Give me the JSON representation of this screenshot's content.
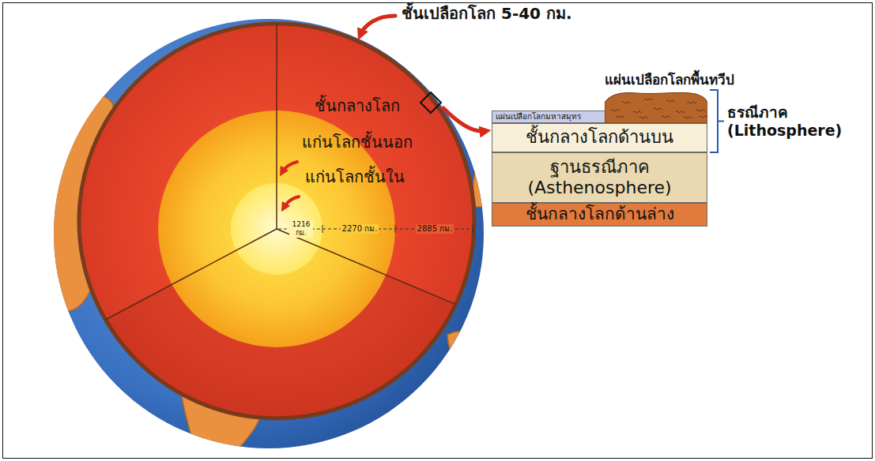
{
  "diagram": {
    "nodes": [
      {
        "text": [
          "แผ่นเปลือกโลกพื้นทวีป"
        ]
      },
      {
        "text": [
          "แผ่นเปลือกโลกมหาสมุทร"
        ]
      },
      {
        "text": [
          "ชั้นกลางโลกด้านบน"
        ]
      },
      {
        "text": [
          "ฐานธรณีภาค (Asthenosphere)"
        ]
      },
      {
        "text": [
          "ชั้นกลางโลกด้านล่าง"
        ]
      }
    ],
    "labels": [
      "ชั้นเปลือกโลก 5-40 กม.",
      "ชั้นกลางโลก",
      "แก่นโลกชั้นนอก",
      "แก่นโลกชั้นใน",
      "1216 กม.",
      "2270 กม.",
      "2885 กม.",
      "ธรณีภาค (Lithosphere)"
    ]
  }
}
